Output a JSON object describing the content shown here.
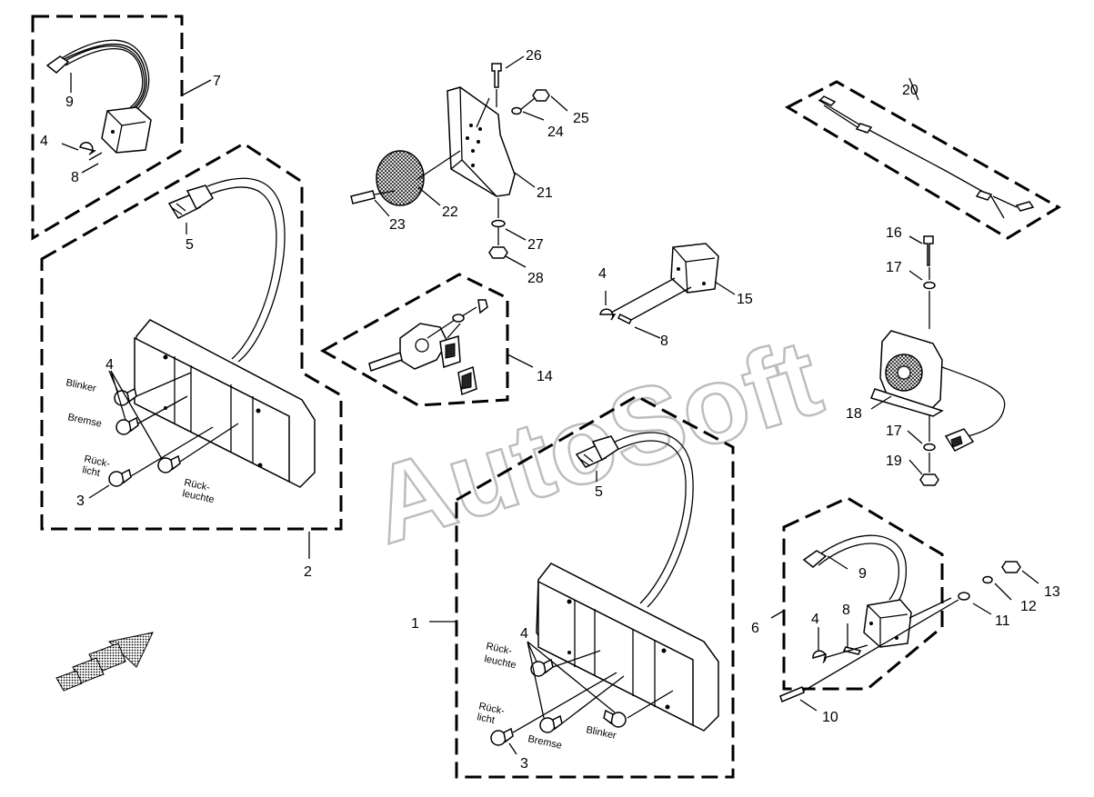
{
  "watermark": "AutoSoft",
  "callouts": {
    "n1": "1",
    "n2": "2",
    "n3a": "3",
    "n3b": "3",
    "n4a": "4",
    "n4b": "4",
    "n4c": "4",
    "n4d": "4",
    "n4e": "4",
    "n5a": "5",
    "n5b": "5",
    "n6": "6",
    "n7": "7",
    "n8a": "8",
    "n8b": "8",
    "n8c": "8",
    "n9a": "9",
    "n9b": "9",
    "n10": "10",
    "n11": "11",
    "n12": "12",
    "n13": "13",
    "n14": "14",
    "n15": "15",
    "n16": "16",
    "n17a": "17",
    "n17b": "17",
    "n18": "18",
    "n19": "19",
    "n20": "20",
    "n21": "21",
    "n22": "22",
    "n23": "23",
    "n24": "24",
    "n25": "25",
    "n26": "26",
    "n27": "27",
    "n28": "28"
  },
  "lamp_labels": {
    "left_blinker": "Blinker",
    "left_bremse": "Bremse",
    "left_rueck_1": "Rück-",
    "left_rueck_2": "licht",
    "left_rueckl_1": "Rück-",
    "left_rueckl_2": "leuchte",
    "right_rueckl_1": "Rück-",
    "right_rueckl_2": "leuchte",
    "right_rueck_1": "Rück-",
    "right_rueck_2": "licht",
    "right_bremse": "Bremse",
    "right_blinker": "Blinker"
  }
}
